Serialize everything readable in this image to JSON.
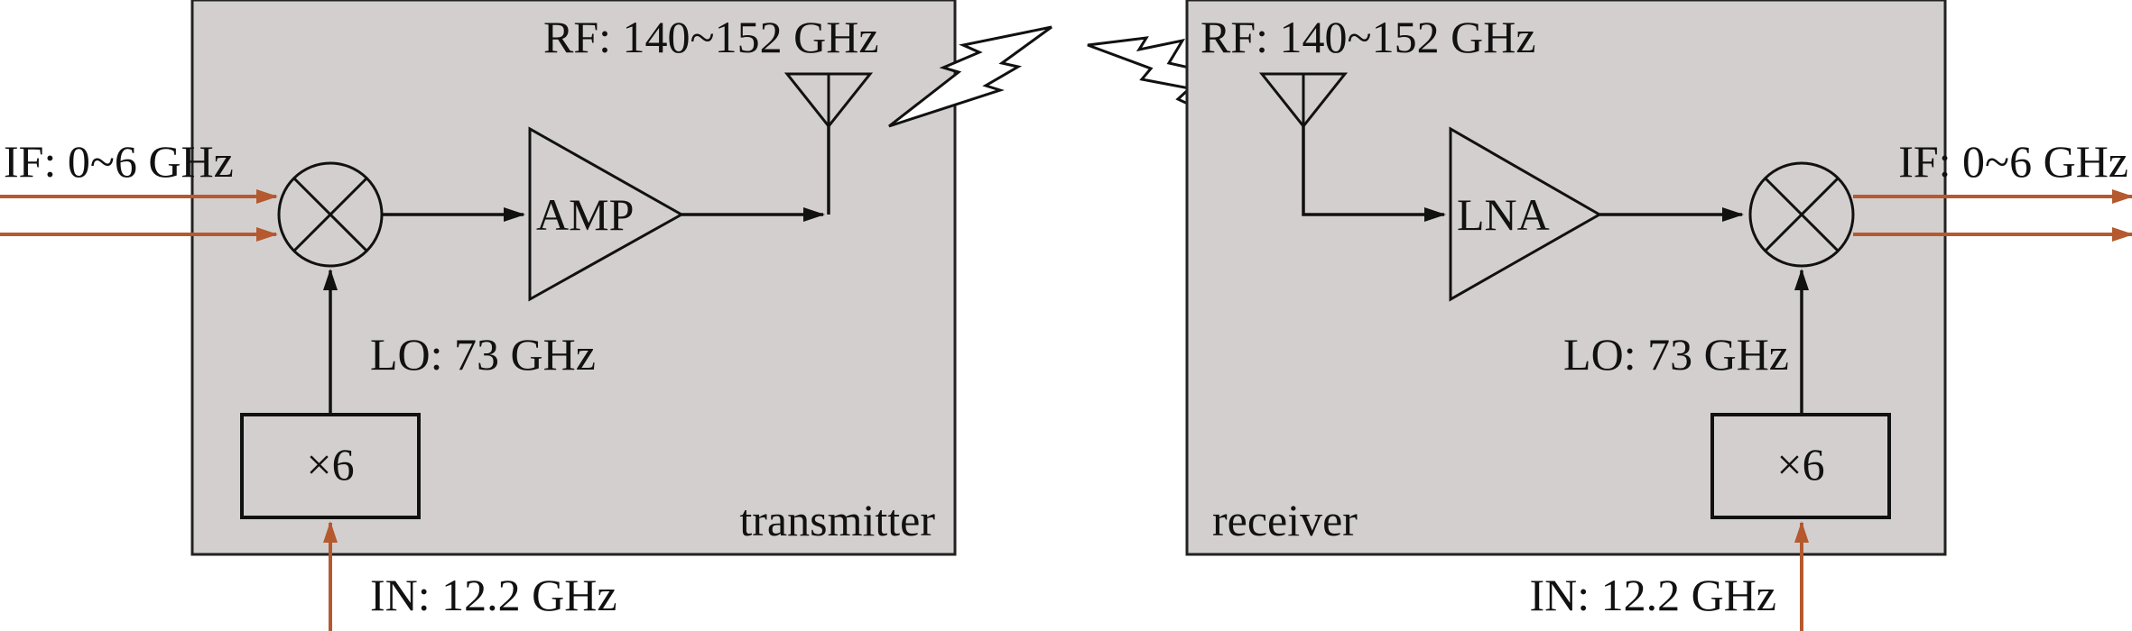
{
  "transmitter": {
    "rf_label": "RF: 140~152 GHz",
    "if_label": "IF: 0~6 GHz",
    "amp_label": "AMP",
    "lo_label": "LO: 73 GHz",
    "multiplier_label": "×6",
    "in_label": "IN: 12.2 GHz",
    "block_label": "transmitter"
  },
  "receiver": {
    "rf_label": "RF: 140~152 GHz",
    "if_label": "IF: 0~6 GHz",
    "lna_label": "LNA",
    "lo_label": "LO: 73 GHz",
    "multiplier_label": "×6",
    "in_label": "IN: 12.2 GHz",
    "block_label": "receiver"
  },
  "colors": {
    "box_fill": "#d4cfcf",
    "signal_arrow": "#b45a2e",
    "line": "#111111"
  },
  "icons": [
    "antenna-icon",
    "mixer-icon",
    "amplifier-icon",
    "lightning-icon",
    "arrow-icon"
  ]
}
